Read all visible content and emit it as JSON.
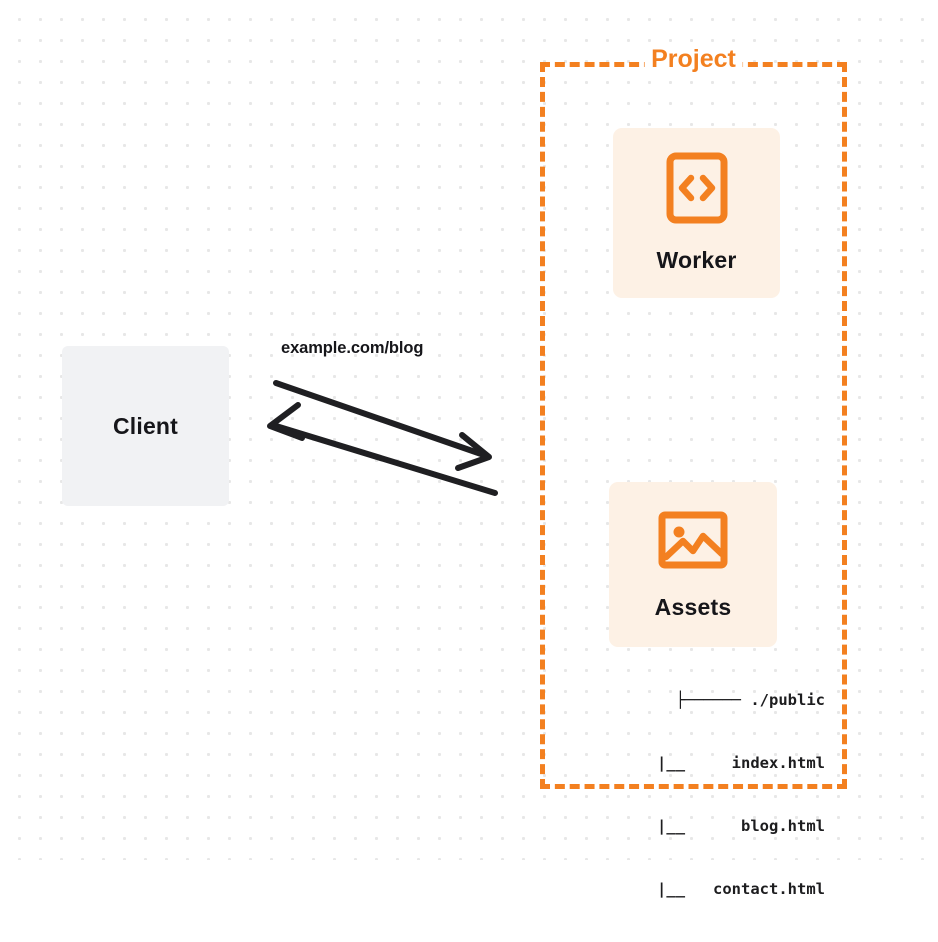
{
  "diagram": {
    "title": "Project",
    "client": {
      "label": "Client"
    },
    "connector": {
      "request_label": "example.com/blog",
      "direction": "bidirectional"
    },
    "nodes": [
      {
        "id": "worker",
        "label": "Worker",
        "icon": "code-file-icon"
      },
      {
        "id": "assets",
        "label": "Assets",
        "icon": "image-icon"
      }
    ],
    "file_tree": {
      "rows": [
        "├────── ./public",
        "   |__     index.html",
        "   |__      blog.html",
        "   |__   contact.html"
      ]
    },
    "colors": {
      "accent_orange": "#f38020",
      "card_background": "#fdf1e5",
      "client_background": "#f1f2f4",
      "text_dark": "#16161a",
      "canvas_background": "#ffffff",
      "dot_grid": "#e7e7e7",
      "arrow_stroke": "#1f1f22"
    }
  }
}
